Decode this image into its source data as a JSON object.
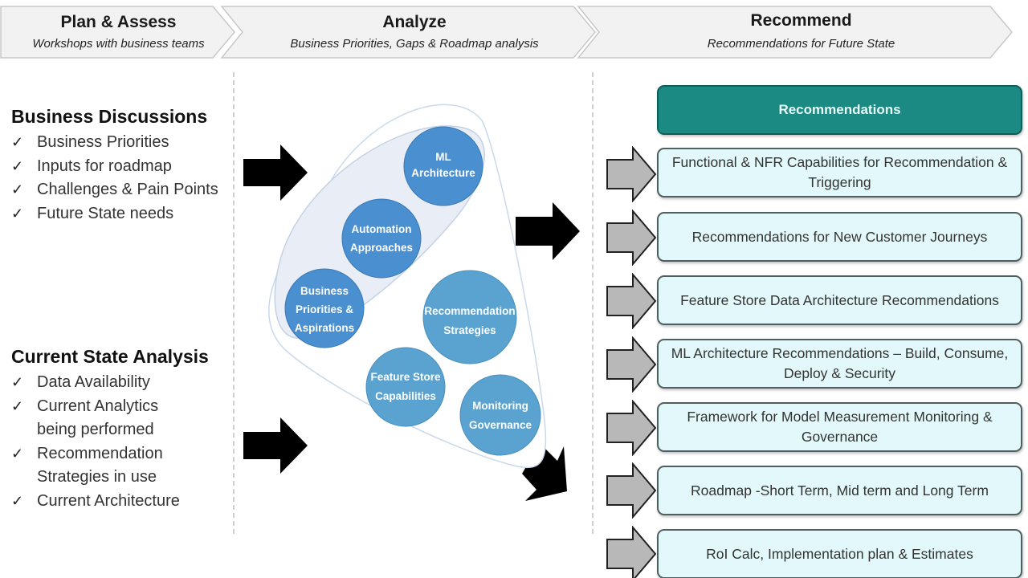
{
  "phases": [
    {
      "title": "Plan & Assess",
      "subtitle": "Workshops with business teams"
    },
    {
      "title": "Analyze",
      "subtitle": "Business Priorities, Gaps & Roadmap analysis"
    },
    {
      "title": "Recommend",
      "subtitle": "Recommendations for Future State"
    }
  ],
  "business_discussions": {
    "title": "Business Discussions",
    "items": [
      "Business Priorities",
      "Inputs for roadmap",
      "Challenges & Pain Points",
      "Future State needs"
    ]
  },
  "current_state": {
    "title": "Current State Analysis",
    "items": [
      {
        "line1": "Data Availability",
        "line2": ""
      },
      {
        "line1": "Current Analytics",
        "line2": "being performed"
      },
      {
        "line1": "Recommendation",
        "line2": "Strategies in use"
      },
      {
        "line1": "Current Architecture",
        "line2": ""
      }
    ]
  },
  "check_glyph": "✓",
  "analysis_bubbles": [
    {
      "lines": [
        "ML",
        "Architecture"
      ]
    },
    {
      "lines": [
        "Automation",
        "Approaches"
      ]
    },
    {
      "lines": [
        "Business",
        "Priorities &",
        "Aspirations"
      ]
    },
    {
      "lines": [
        "Recommendation",
        "Strategies"
      ]
    },
    {
      "lines": [
        "Feature Store",
        "Capabilities"
      ]
    },
    {
      "lines": [
        "Monitoring",
        "Governance"
      ]
    }
  ],
  "recommendations": {
    "header": "Recommendations",
    "items": [
      "Functional & NFR Capabilities for Recommendation & Triggering",
      "Recommendations for New Customer Journeys",
      "Feature Store Data Architecture Recommendations",
      "ML Architecture Recommendations – Build, Consume, Deploy & Security",
      "Framework for Model Measurement Monitoring & Governance",
      "Roadmap -Short Term, Mid term and Long Term",
      "RoI Calc, Implementation plan & Estimates"
    ]
  },
  "colors": {
    "chevron_fill": "#f2f2f2",
    "chevron_stroke": "#cccccc",
    "bubble_dark": "#4a8fd0",
    "bubble_light": "#5aa2cf",
    "header_teal": "#1a8a82",
    "item_fill": "#e2f8fa"
  }
}
